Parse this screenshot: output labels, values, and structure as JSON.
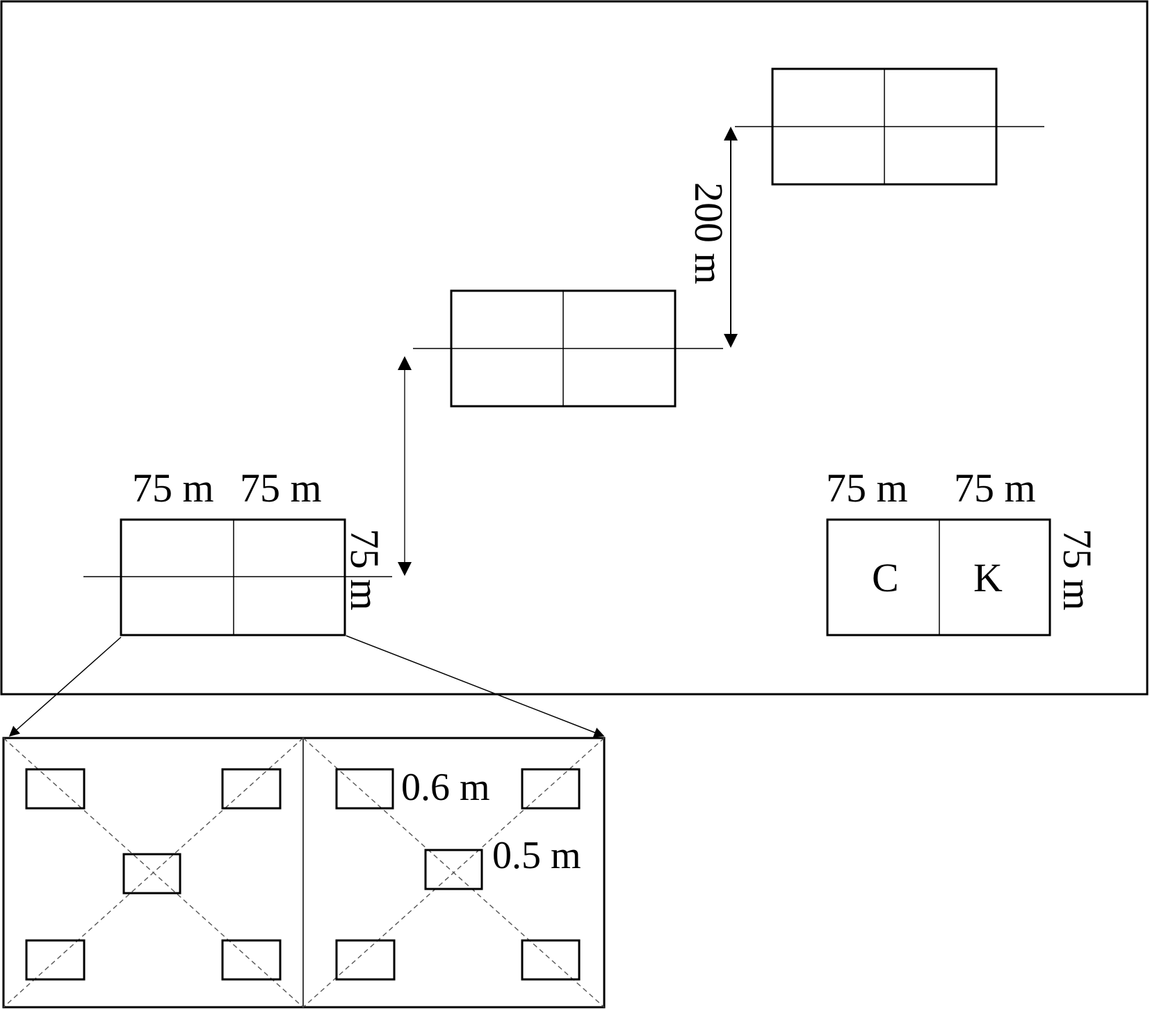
{
  "labels": {
    "top_left_dim": "75 m",
    "top_right_dim": "75 m",
    "side_dim": "75 m",
    "spacing_dim": "200 m",
    "ck_left_dim": "75 m",
    "ck_right_dim": "75 m",
    "ck_side_dim": "75 m",
    "treatment_c": "C",
    "treatment_k": "K",
    "quadrat_size_a": "0.6 m",
    "quadrat_size_b": "0.5 m"
  }
}
